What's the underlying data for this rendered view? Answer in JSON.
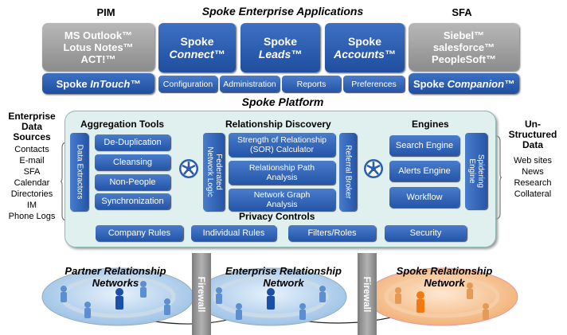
{
  "header": {
    "pim": "PIM",
    "title": "Spoke Enterprise Applications",
    "sfa": "SFA"
  },
  "pim_box": [
    "MS Outlook™",
    "Lotus Notes™",
    "ACT!™"
  ],
  "apps": [
    {
      "line1": "Spoke",
      "line2": "Connect™"
    },
    {
      "line1": "Spoke",
      "line2": "Leads™"
    },
    {
      "line1": "Spoke",
      "line2": "Accounts™"
    }
  ],
  "sfa_box": [
    "Siebel™",
    "salesforce™",
    "PeopleSoft™"
  ],
  "intouch": {
    "prefix": "Spoke ",
    "name": "InTouch™"
  },
  "companion": {
    "prefix": "Spoke ",
    "name": "Companion™"
  },
  "app_tabs": [
    "Configuration",
    "Administration",
    "Reports",
    "Preferences"
  ],
  "platform_title": "Spoke Platform",
  "left_sources": {
    "title": [
      "Enterprise",
      "Data",
      "Sources"
    ],
    "items": [
      "Contacts",
      "E-mail",
      "SFA",
      "Calendar",
      "Directories",
      "IM",
      "Phone Logs"
    ]
  },
  "right_sources": {
    "title": [
      "Un-",
      "Structured",
      "Data"
    ],
    "items": [
      "Web sites",
      "News",
      "Research",
      "Collateral"
    ]
  },
  "aggregation": {
    "title": "Aggregation Tools",
    "extractor": "Data Extractors",
    "items": [
      "De-Duplication",
      "Cleansing",
      "Non-People",
      "Synchronization"
    ]
  },
  "discovery": {
    "title": "Relationship Discovery",
    "federated": [
      "Federated",
      "Network Logic"
    ],
    "items": [
      [
        "Strength of Relationship",
        "(SOR) Calculator"
      ],
      [
        "Relationship Path",
        "Analysis"
      ],
      [
        "Network Graph",
        "Analysis"
      ]
    ],
    "referral": "Referral Broker"
  },
  "engines": {
    "title": "Engines",
    "items": [
      "Search Engine",
      "Alerts Engine",
      "Workflow"
    ],
    "spidering": [
      "Spidering",
      "Engine"
    ]
  },
  "privacy": {
    "title": "Privacy Controls",
    "items": [
      "Company Rules",
      "Individual Rules",
      "Filters/Roles",
      "Security"
    ]
  },
  "firewall": "Firewall",
  "networks": [
    {
      "line1": "Partner Relationship",
      "line2": "Networks"
    },
    {
      "line1": "Enterprise Relationship",
      "line2": "Network"
    },
    {
      "line1": "Spoke Relationship",
      "line2": "Network"
    }
  ],
  "colors": {
    "app_blue": "#2a5db0",
    "pim_gray": "#a3a3a3",
    "platform_bg": "#dff0ee",
    "spoke_orange": "#f0a560",
    "net_blue": "#1b4fa8"
  }
}
